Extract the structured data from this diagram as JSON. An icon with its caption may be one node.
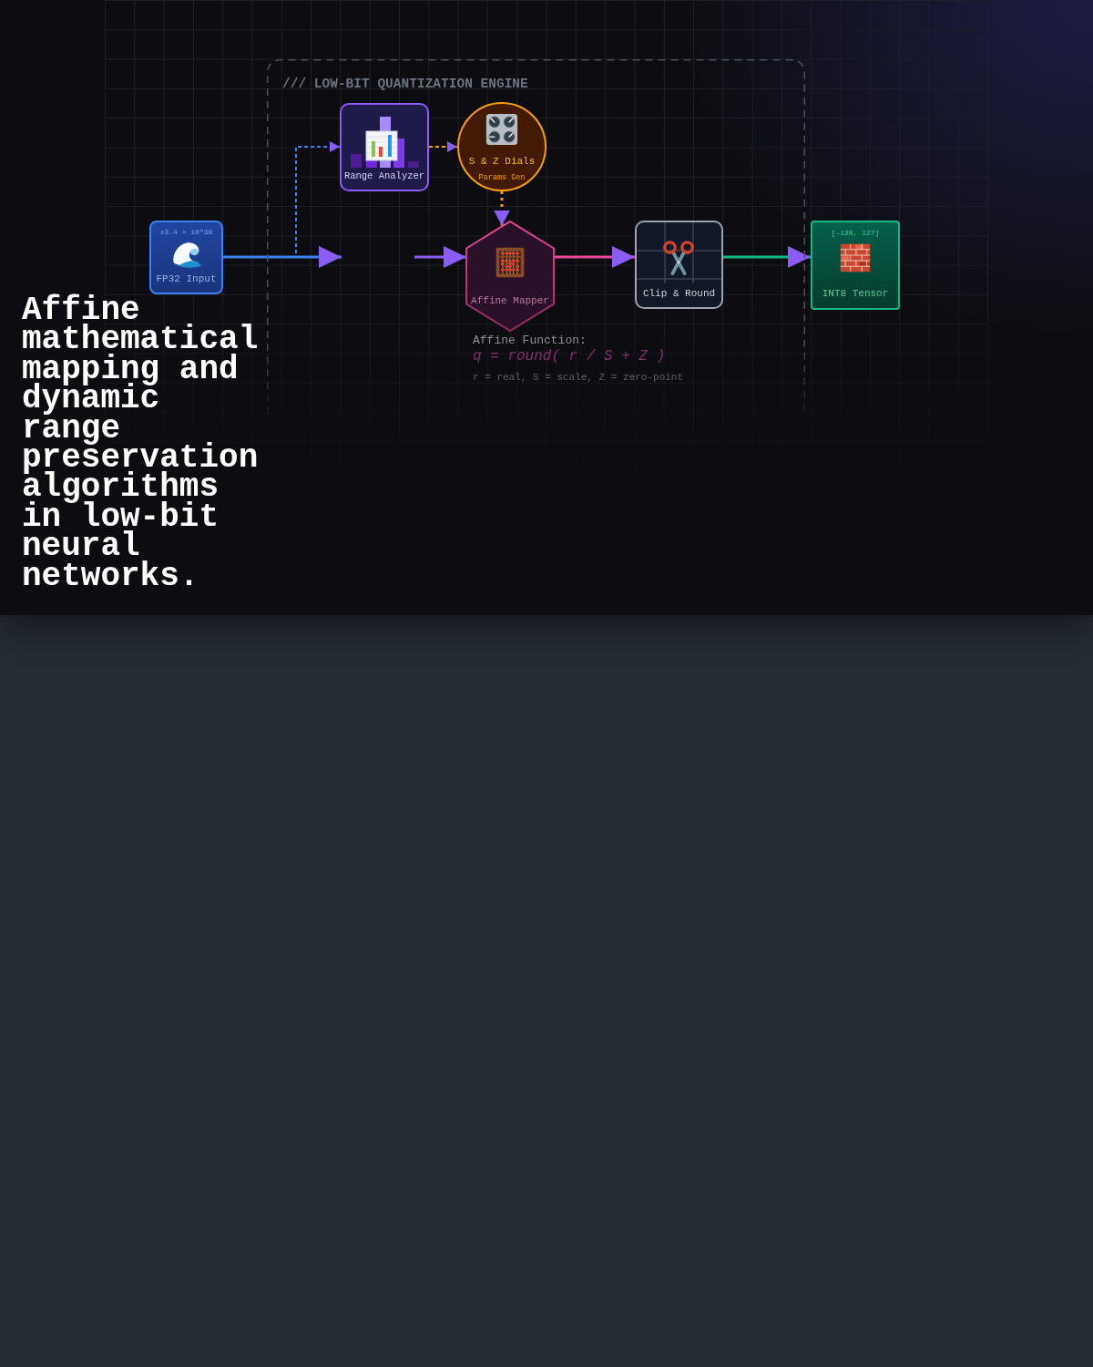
{
  "diagram": {
    "title": "Affine mathematical mapping and dynamic range preservation algorithms in low-bit neural networks.",
    "nodes": [
      {
        "text": [
          "/// LOW-BIT QUANTIZATION ENGINE"
        ]
      },
      {
        "text": [
          "±3.4 × 10^38",
          "FP32 Input"
        ]
      },
      {
        "text": [
          "Range Analyzer"
        ],
        "in": 0
      },
      {
        "text": [
          "S & Z Dials",
          "Params Gen"
        ],
        "in": 0
      },
      {
        "text": [
          "Affine Mapper"
        ],
        "in": 0,
        "beside": [
          "Affine Function:",
          "q = round( r / S + Z )",
          "r = real, S = scale, Z = zero-point"
        ]
      },
      {
        "text": [
          "Clip & Round"
        ],
        "in": 0
      },
      {
        "text": [
          "[-128, 127]",
          "INT8 Tensor"
        ]
      }
    ],
    "edges": [
      {
        "from": 1,
        "to": null,
        "arrow": "to",
        "color": "#3b82f6"
      },
      {
        "from": 1,
        "to": 2,
        "arrow": "to",
        "style": "dashed",
        "color": "#3b82f6"
      },
      {
        "from": 2,
        "to": 3,
        "arrow": "to",
        "style": "dashed",
        "color": "#f59e0b"
      },
      {
        "from": 3,
        "to": 4,
        "arrow": "to",
        "style": "dashed",
        "color": "#f59e0b"
      },
      {
        "from": null,
        "to": 4,
        "arrow": "to",
        "color": "#8b5cf6"
      },
      {
        "from": 4,
        "to": 5,
        "arrow": "to",
        "color": "#ec4899"
      },
      {
        "from": 5,
        "to": 6,
        "arrow": "to",
        "color": "#10b981"
      }
    ]
  }
}
